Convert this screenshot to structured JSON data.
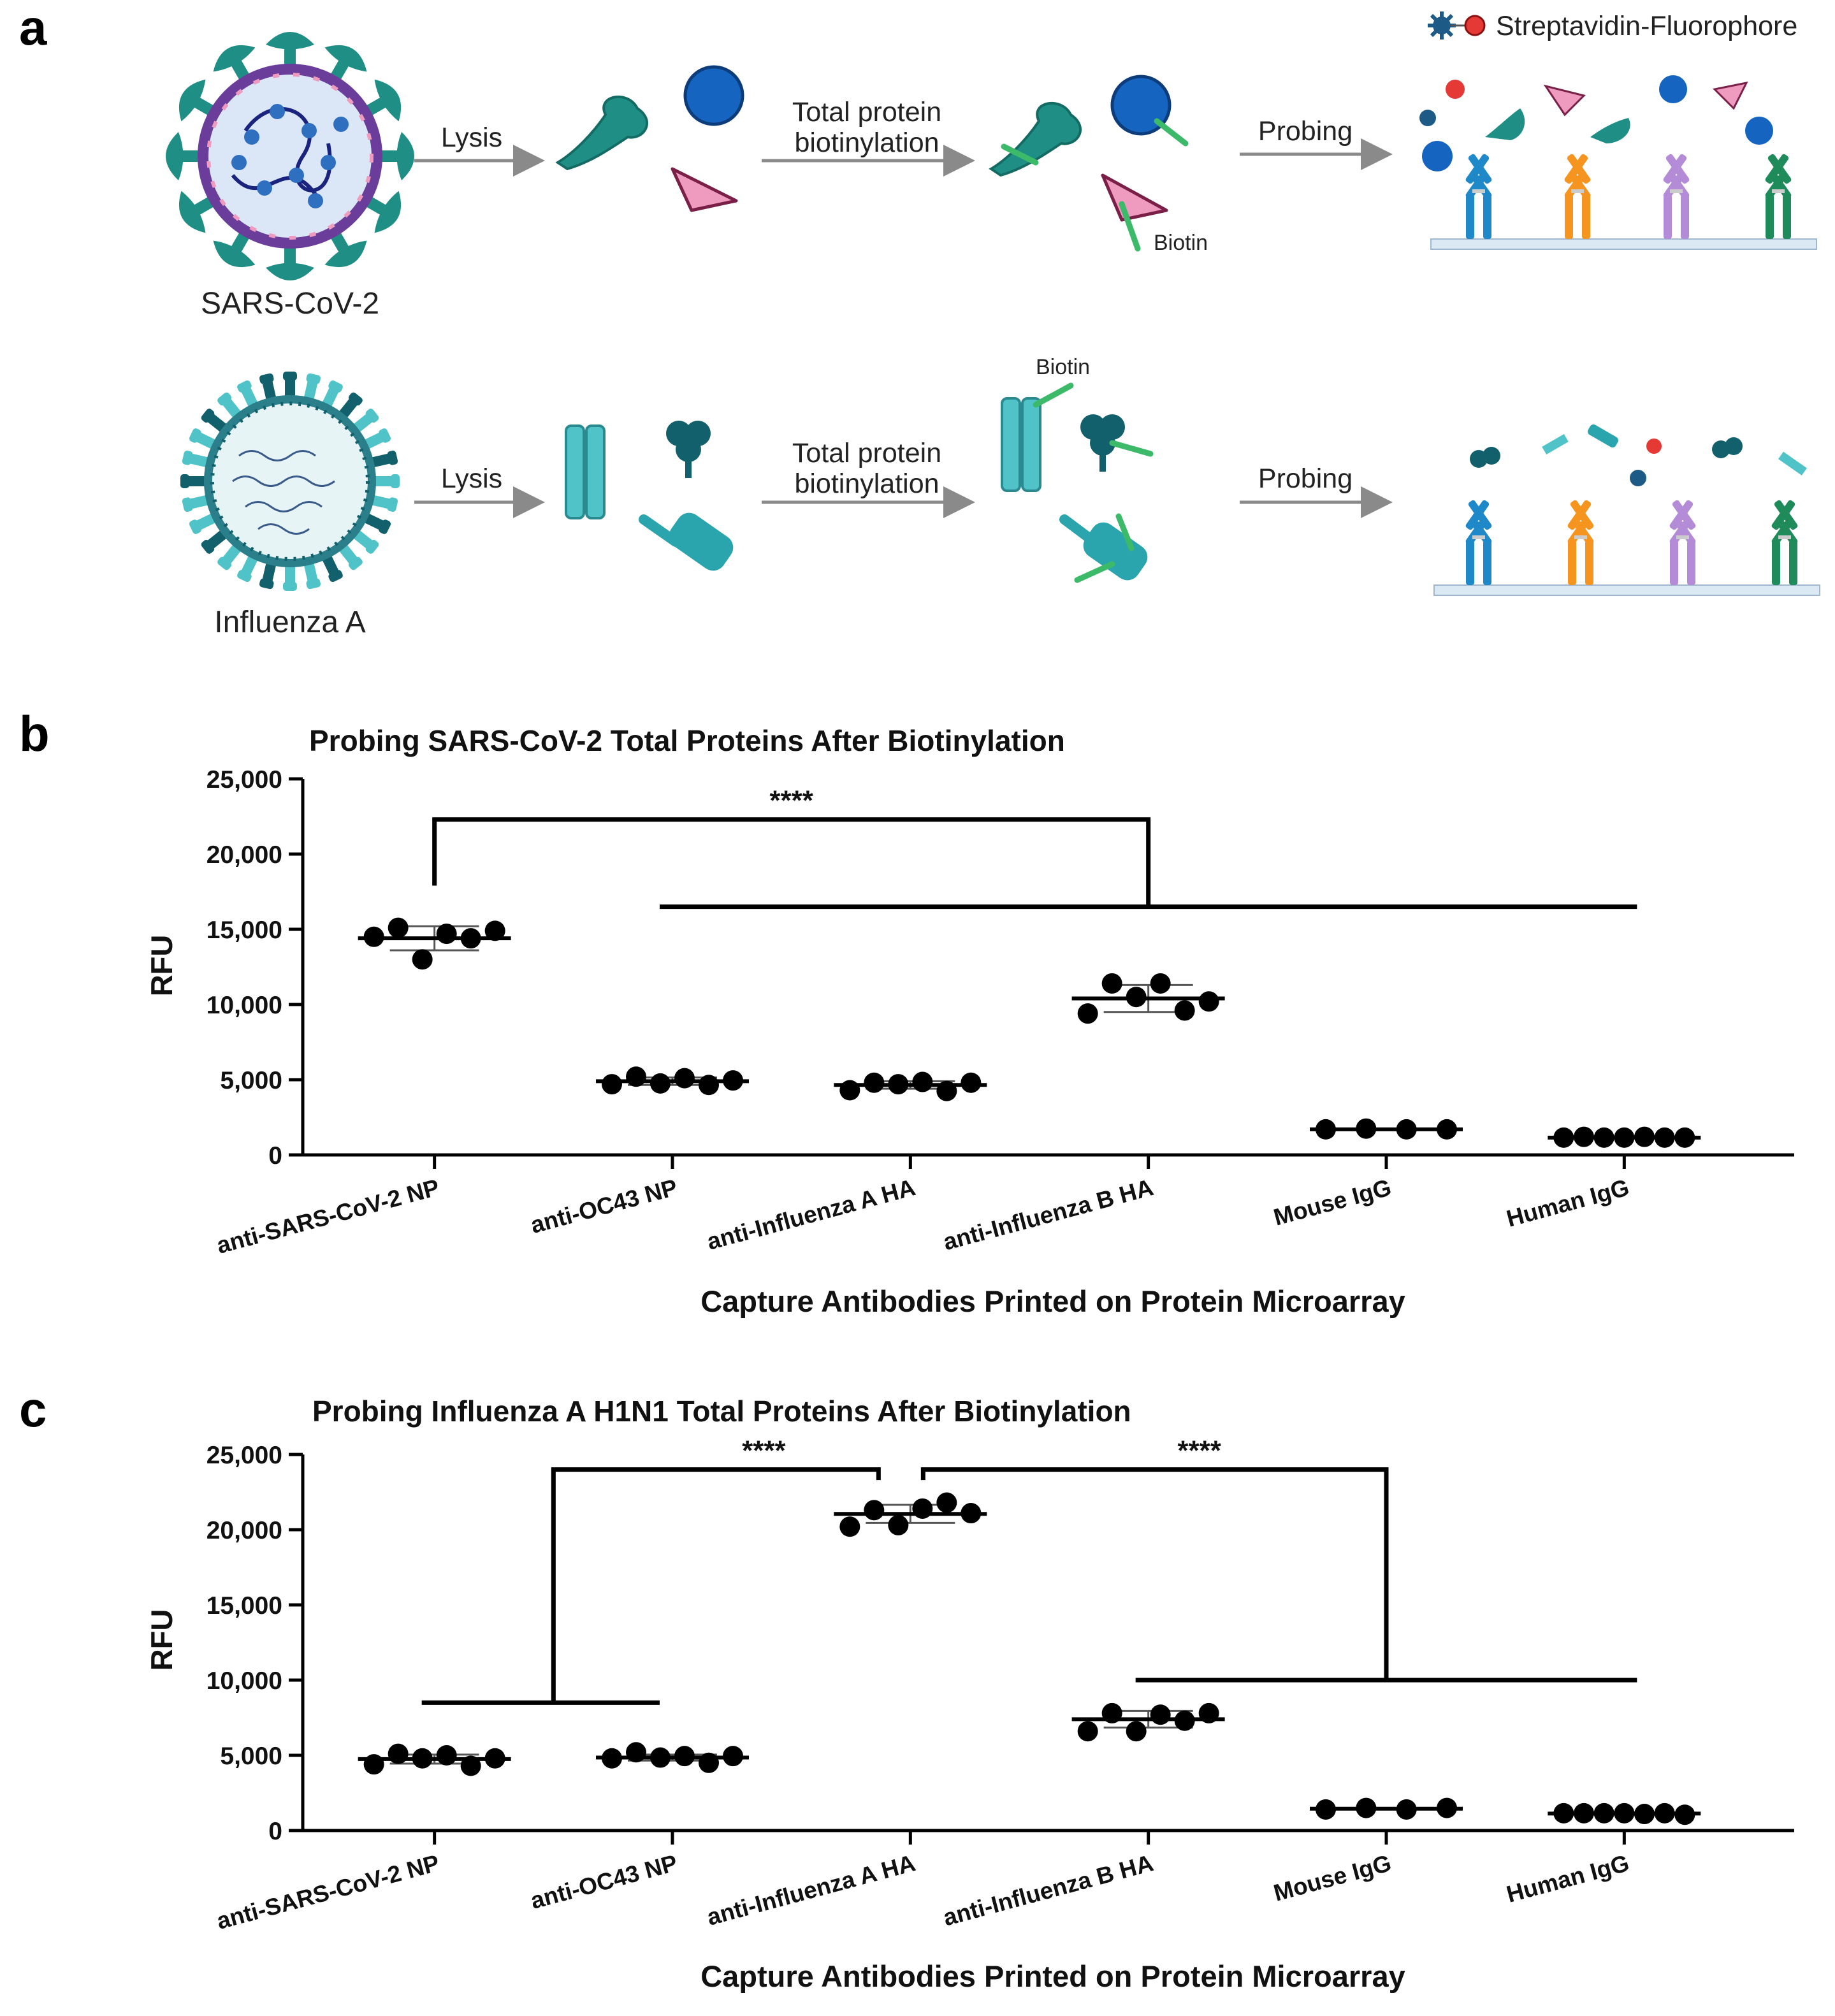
{
  "panel_a": {
    "letter": "a",
    "virus_top": "SARS-CoV-2",
    "virus_bottom": "Influenza A",
    "step_lysis": "Lysis",
    "step_biotin_line1": "Total protein",
    "step_biotin_line2": "biotinylation",
    "step_probing": "Probing",
    "label_biotin": "Biotin",
    "label_streptavidin": "Streptavidin-Fluorophore",
    "colors": {
      "sars_spike": "#1f8f86",
      "envelope": "#6a3d9a",
      "np_blue": "#1565c0",
      "triangle_pink": "#ef9bbf",
      "flu_teal": "#4fc3c8",
      "flu_dark": "#11606b",
      "biotin_green": "#3cba6a",
      "fluor_red": "#e53935",
      "ab_blue": "#1e88c8",
      "ab_orange": "#f5951f",
      "ab_purple": "#b38bd6",
      "ab_green": "#1f8a5a",
      "arrow_gray": "#8a8a8a"
    },
    "icons": [
      "virus-sars-cov-2-icon",
      "virus-influenza-icon",
      "antibody-icon",
      "protein-icon",
      "streptavidin-icon"
    ]
  },
  "chart_data": [
    {
      "panel_letter": "b",
      "type": "scatter",
      "title": "Probing SARS-CoV-2 Total Proteins After Biotinylation",
      "xlabel": "Capture Antibodies Printed on Protein Microarray",
      "ylabel": "RFU",
      "ylim": [
        0,
        25000
      ],
      "yticks": [
        "0",
        "5,000",
        "10,000",
        "15,000",
        "20,000",
        "25,000"
      ],
      "ytick_values": [
        0,
        5000,
        10000,
        15000,
        20000,
        25000
      ],
      "categories": [
        "anti-SARS-CoV-2 NP",
        "anti-OC43 NP",
        "anti-Influenza A HA",
        "anti-Influenza B HA",
        "Mouse IgG",
        "Human IgG"
      ],
      "points": [
        [
          14500,
          15100,
          13000,
          14700,
          14400,
          14900
        ],
        [
          4700,
          5200,
          4750,
          5100,
          4650,
          4950
        ],
        [
          4300,
          4800,
          4700,
          4850,
          4250,
          4800
        ],
        [
          9400,
          11400,
          10500,
          11400,
          9600,
          10200
        ],
        [
          1700,
          1750,
          1700,
          1700
        ],
        [
          1150,
          1200,
          1150,
          1150,
          1200,
          1150,
          1150
        ]
      ],
      "means": [
        14400,
        4900,
        4650,
        10400,
        1700,
        1150
      ],
      "sd": [
        800,
        250,
        250,
        900,
        40,
        30
      ],
      "significance": [
        {
          "label": "****",
          "group_a": [
            0
          ],
          "group_b": [
            1,
            2,
            3,
            4,
            5
          ],
          "bracket_y": 22300,
          "right_y": 16500
        }
      ]
    },
    {
      "panel_letter": "c",
      "type": "scatter",
      "title": "Probing Influenza A H1N1 Total Proteins After Biotinylation",
      "xlabel": "Capture Antibodies Printed on Protein Microarray",
      "ylabel": "RFU",
      "ylim": [
        0,
        25000
      ],
      "yticks": [
        "0",
        "5,000",
        "10,000",
        "15,000",
        "20,000",
        "25,000"
      ],
      "ytick_values": [
        0,
        5000,
        10000,
        15000,
        20000,
        25000
      ],
      "categories": [
        "anti-SARS-CoV-2 NP",
        "anti-OC43 NP",
        "anti-Influenza A HA",
        "anti-Influenza B HA",
        "Mouse IgG",
        "Human IgG"
      ],
      "points": [
        [
          4400,
          5100,
          4800,
          5000,
          4300,
          4800
        ],
        [
          4800,
          5200,
          4850,
          4950,
          4500,
          4950
        ],
        [
          20200,
          21300,
          20300,
          21400,
          21800,
          21100
        ],
        [
          6600,
          7800,
          6600,
          7700,
          7300,
          7800
        ],
        [
          1400,
          1500,
          1400,
          1500
        ],
        [
          1150,
          1150,
          1150,
          1150,
          1100,
          1150,
          1050
        ]
      ],
      "means": [
        4750,
        4850,
        21050,
        7400,
        1450,
        1130
      ],
      "sd": [
        300,
        200,
        600,
        550,
        40,
        30
      ],
      "significance": [
        {
          "label": "****",
          "group_a": [
            0,
            1
          ],
          "group_b": [
            2
          ],
          "bracket_y": 24000,
          "left_y": 8500
        },
        {
          "label": "****",
          "group_a": [
            2
          ],
          "group_b": [
            3,
            4,
            5
          ],
          "bracket_y": 24000,
          "right_y": 10000
        }
      ]
    }
  ]
}
